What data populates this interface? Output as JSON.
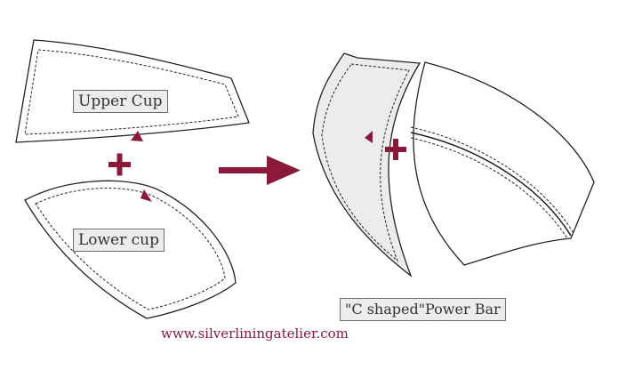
{
  "labels": {
    "upper_cup": "Upper Cup",
    "lower_cup": "Lower cup",
    "power_bar": "\"C shaped\"Power Bar"
  },
  "website": "www.silverliningatelier.com",
  "colors": {
    "accent": "#8b1a3a",
    "outline": "#222222",
    "label_fill": "#ececec",
    "bar_fill": "#ececec"
  },
  "icons": {
    "plus": "plus-icon",
    "arrow": "right-arrow-icon",
    "notch": "notch-marker-icon"
  }
}
